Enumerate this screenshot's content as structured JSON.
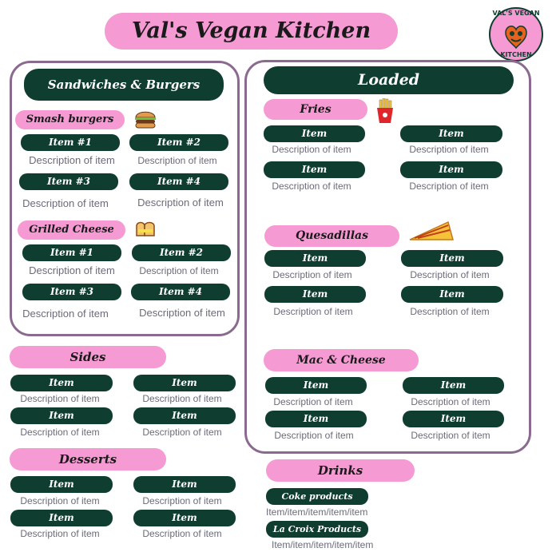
{
  "title": "Val's Vegan Kitchen",
  "logo": {
    "text_top": "VAL'S VEGAN",
    "text_bottom": "KITCHEN"
  },
  "sandwiches": {
    "header": "Sandwiches & Burgers",
    "smash": {
      "label": "Smash burgers",
      "icon": "burger-icon",
      "items": [
        {
          "name": "Item #1",
          "desc": "Description of item"
        },
        {
          "name": "Item #2",
          "desc": "Description of item"
        },
        {
          "name": "Item #3",
          "desc": "Description of item"
        },
        {
          "name": "Item #4",
          "desc": "Description of item"
        }
      ]
    },
    "grilled": {
      "label": "Grilled Cheese",
      "icon": "grilled-cheese-icon",
      "items": [
        {
          "name": "Item #1",
          "desc": "Description of item"
        },
        {
          "name": "Item #2",
          "desc": "Description of item"
        },
        {
          "name": "Item #3",
          "desc": "Description of item"
        },
        {
          "name": "Item #4",
          "desc": "Description of item"
        }
      ]
    }
  },
  "loaded": {
    "header": "Loaded",
    "fries": {
      "label": "Fries",
      "icon": "fries-icon",
      "items": [
        {
          "name": "Item",
          "desc": "Description of item"
        },
        {
          "name": "Item",
          "desc": "Description of item"
        },
        {
          "name": "Item",
          "desc": "Description of item"
        },
        {
          "name": "Item",
          "desc": "Description of item"
        }
      ]
    },
    "quesadillas": {
      "label": "Quesadillas",
      "icon": "quesadilla-icon",
      "items": [
        {
          "name": "Item",
          "desc": "Description of item"
        },
        {
          "name": "Item",
          "desc": "Description of item"
        },
        {
          "name": "Item",
          "desc": "Description of item"
        },
        {
          "name": "Item",
          "desc": "Description of item"
        }
      ]
    },
    "mac": {
      "label": "Mac & Cheese",
      "items": [
        {
          "name": "Item",
          "desc": "Description of item"
        },
        {
          "name": "Item",
          "desc": "Description of item"
        },
        {
          "name": "Item",
          "desc": "Description of item"
        },
        {
          "name": "Item",
          "desc": "Description of item"
        }
      ]
    }
  },
  "sides": {
    "label": "Sides",
    "items": [
      {
        "name": "Item",
        "desc": "Description of item"
      },
      {
        "name": "Item",
        "desc": "Description of item"
      },
      {
        "name": "Item",
        "desc": "Description of item"
      },
      {
        "name": "Item",
        "desc": "Description of item"
      }
    ]
  },
  "desserts": {
    "label": "Desserts",
    "items": [
      {
        "name": "Item",
        "desc": "Description of item"
      },
      {
        "name": "Item",
        "desc": "Description of item"
      },
      {
        "name": "Item",
        "desc": "Description of item"
      },
      {
        "name": "Item",
        "desc": "Description of item"
      }
    ]
  },
  "drinks": {
    "label": "Drinks",
    "items": [
      {
        "name": "Coke products",
        "desc": "Item/item/item/item/item"
      },
      {
        "name": "La Croix Products",
        "desc": "Item/item/item/item/item"
      }
    ]
  },
  "colors": {
    "pink": "#f59ad3",
    "dark_green": "#0f3d30",
    "frame": "#8a6a8f",
    "desc_gray": "#6b6b7a"
  }
}
